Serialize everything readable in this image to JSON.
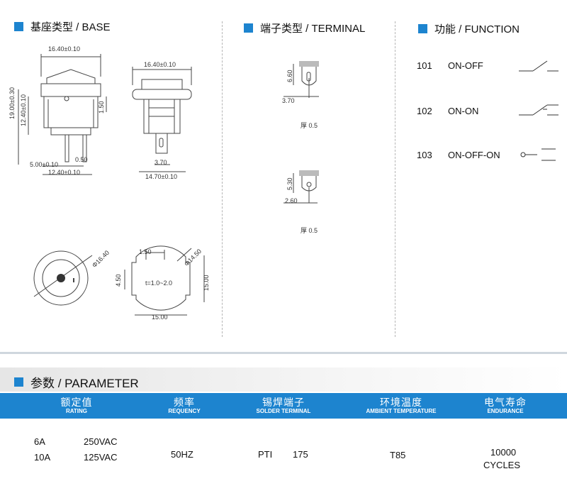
{
  "base": {
    "title": "基座类型 / BASE"
  },
  "terminal": {
    "title": "端子类型 / TERMINAL",
    "thickness_1": "厚 0.5",
    "thickness_2": "厚 0.5"
  },
  "function": {
    "title": "功能 / FUNCTION",
    "items": [
      {
        "code": "101",
        "name": "ON-OFF"
      },
      {
        "code": "102",
        "name": "ON-ON"
      },
      {
        "code": "103",
        "name": "ON-OFF-ON"
      }
    ]
  },
  "dims": {
    "side_width": "16.40±0.10",
    "side_height": "19.00±0.30",
    "side_inner": "12.40±0.10",
    "side_step": "1.50",
    "side_pin_gap": "5.00±0.10",
    "side_pin_w": "0.50",
    "side_bottom": "12.40±0.10",
    "front_width": "16.40±0.10",
    "front_pin": "3.70",
    "front_bottom": "14.70±0.10",
    "round_dia": "Φ16.40",
    "hole_top": "1.50",
    "hole_dia": "Φ14.50",
    "hole_left": "4.50",
    "hole_t": "t=1.0~2.0",
    "hole_right": "15.00",
    "hole_bottom": "15.00",
    "term1_h": "6.60",
    "term1_w": "3.70",
    "term2_h": "5.30",
    "term2_w": "2.60"
  },
  "parameter": {
    "title": "参数 / PARAMETER",
    "headers": [
      {
        "cn": "额定值",
        "en": "RATING"
      },
      {
        "cn": "频率",
        "en": "REQUENCY"
      },
      {
        "cn": "锡焊端子",
        "en": "SOLDER TERMINAL"
      },
      {
        "cn": "环境温度",
        "en": "AMBIENT TEMPERATURE"
      },
      {
        "cn": "电气寿命",
        "en": "ENDURANCE"
      }
    ],
    "rating": [
      {
        "amp": "6A",
        "volt": "250VAC"
      },
      {
        "amp": "10A",
        "volt": "125VAC"
      }
    ],
    "frequency": "50HZ",
    "solder_code": "PTI",
    "solder_value": "175",
    "temperature": "T85",
    "endurance_1": "10000",
    "endurance_2": "CYCLES"
  },
  "colors": {
    "accent": "#1d84cf",
    "line": "#444444"
  }
}
